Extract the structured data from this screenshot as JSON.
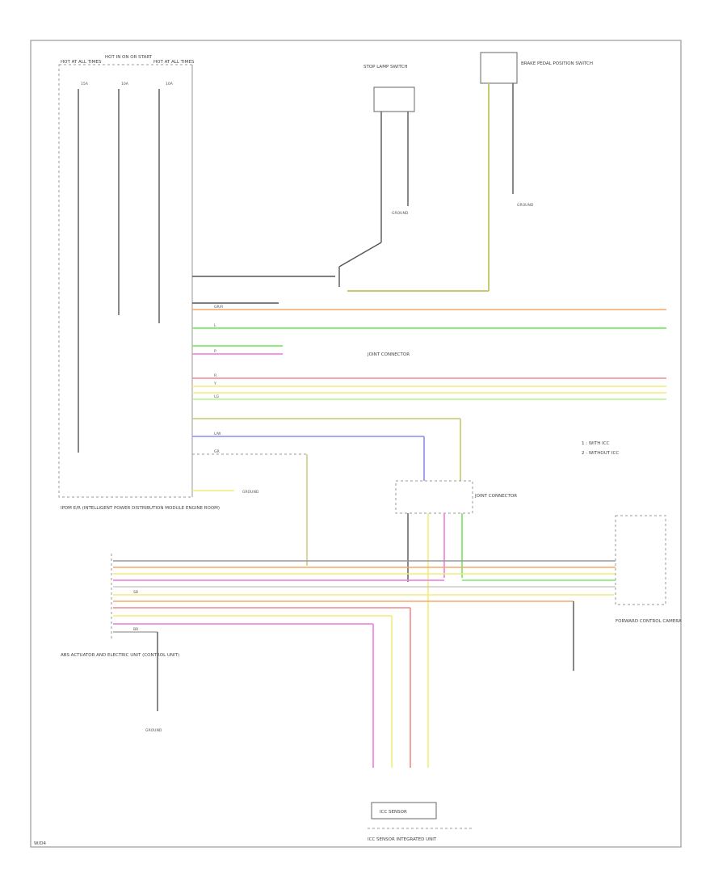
{
  "colors": {
    "orange": "#f5a86b",
    "green": "#7fe86a",
    "pink": "#f08ae0",
    "red": "#f28a8a",
    "yellow": "#f2ec7a",
    "olive": "#c8c870",
    "blue": "#8c8cf0",
    "grey": "#9a9a9a",
    "black": "#555555"
  },
  "labels": {
    "fuse1_title": "HOT AT ALL TIMES",
    "fuse2_title": "HOT IN ON OR START",
    "fuse3_title": "HOT AT ALL TIMES",
    "fuse1_amp": "15A",
    "fuse2_amp": "10A",
    "fuse3_amp": "10A",
    "stop_switch": "STOP LAMP SWITCH",
    "pedal_switch": "BRAKE PEDAL POSITION SWITCH",
    "ground1": "GROUND",
    "ground2": "GROUND",
    "ground3": "GROUND",
    "ground4": "GROUND",
    "ecm_name": "IPDM E/R (INTELLIGENT POWER DISTRIBUTION MODULE ENGINE ROOM)",
    "abs_name": "ABS ACTUATOR AND ELECTRIC UNIT (CONTROL UNIT)",
    "fcc_name": "FORWARD CONTROL CAMERA",
    "joint_conn1": "JOINT CONNECTOR",
    "joint_conn2": "JOINT CONNECTOR",
    "legend_1": "1 : WITH ICC",
    "legend_2": "2 : WITHOUT ICC",
    "bottom_conn": "ICC SENSOR",
    "bottom_name": "ICC SENSOR INTEGRATED UNIT",
    "corner_tag": "W/D4"
  },
  "wires": {
    "orange_top": "GR/R",
    "green_top": "L",
    "pink_top": "P",
    "red_mid": "R",
    "yellow_mid": "Y",
    "olive_mid": "LG",
    "lblue": "L/W",
    "grey_mid": "GR",
    "brn": "BR",
    "sb": "SB"
  }
}
